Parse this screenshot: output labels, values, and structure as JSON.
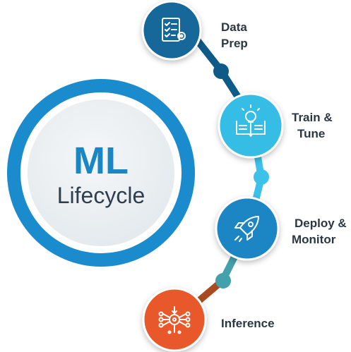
{
  "center": {
    "title": "ML",
    "subtitle": "Lifecycle"
  },
  "steps": [
    {
      "name": "data-prep",
      "lines": [
        "Data",
        "Prep"
      ],
      "icon": "checklist-gear-icon",
      "color": "#12679b"
    },
    {
      "name": "train-tune",
      "lines": [
        "Train &",
        "Tune"
      ],
      "icon": "lightbulb-book-icon",
      "color": "#35bde6"
    },
    {
      "name": "deploy-monitor",
      "lines": [
        "Deploy &",
        "Monitor"
      ],
      "icon": "rocket-icon",
      "color": "#1a86c4"
    },
    {
      "name": "inference",
      "lines": [
        "Inference"
      ],
      "icon": "neural-network-icon",
      "color": "#e8592b"
    }
  ],
  "colors": {
    "ring_outer": "#1a8ccd",
    "ring_inner_bg": "#e9eef1",
    "connector_dark": "#0e5b88",
    "connector_light": "#3cc1e8",
    "connector_gray": "#44a0aa",
    "connector_orange": "#a94a21"
  }
}
